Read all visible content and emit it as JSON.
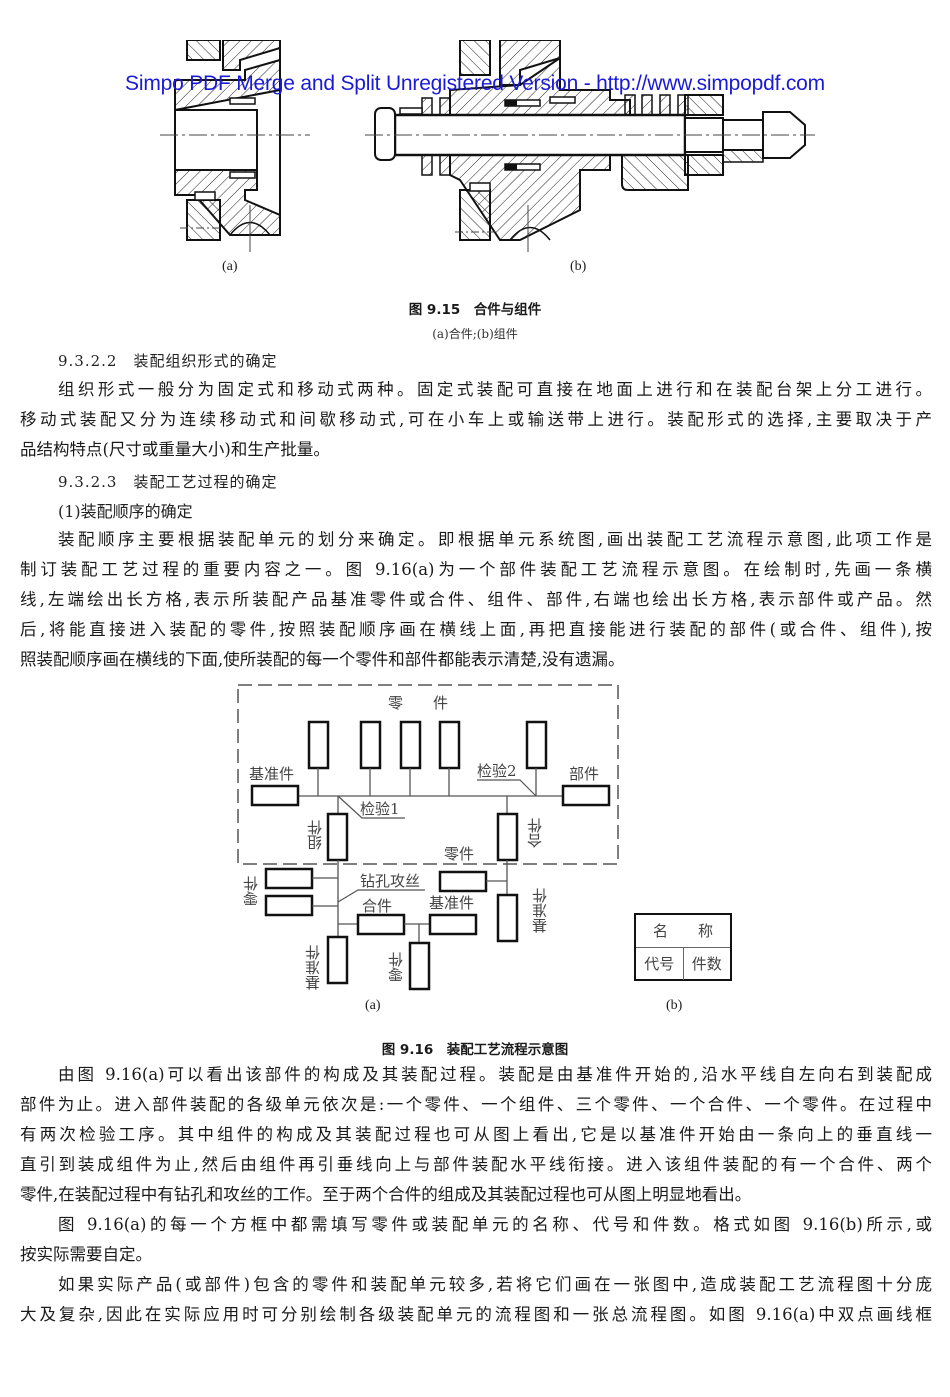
{
  "watermark": "Simpo PDF Merge and Split Unregistered Version - http://www.simpopdf.com",
  "figure_9_15": {
    "label_a": "(a)",
    "label_b": "(b)",
    "caption": "图 9.15　合件与组件",
    "subcaption": "(a)合件;(b)组件"
  },
  "section_9_3_2_2": {
    "heading": "9.3.2.2　装配组织形式的确定",
    "lines": [
      "组织形式一般分为固定式和移动式两种。固定式装配可直接在地面上进行和在装配台架上分工进行。",
      "移动式装配又分为连续移动式和间歇移动式,可在小车上或输送带上进行。装配形式的选择,主要取决于产",
      "品结构特点(尺寸或重量大小)和生产批量。"
    ]
  },
  "section_9_3_2_3": {
    "heading": "9.3.2.3　装配工艺过程的确定",
    "subheading": "(1)装配顺序的确定",
    "lines": [
      "装配顺序主要根据装配单元的划分来确定。即根据单元系统图,画出装配工艺流程示意图,此项工作是",
      "制订装配工艺过程的重要内容之一。图 9.16(a)为一个部件装配工艺流程示意图。在绘制时,先画一条横",
      "线,左端绘出长方格,表示所装配产品基准零件或合件、组件、部件,右端也绘出长方格,表示部件或产品。然",
      "后,将能直接进入装配的零件,按照装配顺序画在横线上面,再把直接能进行装配的部件(或合件、组件),按",
      "照装配顺序画在横线的下面,使所装配的每一个零件和部件都能表示清楚,没有遗漏。"
    ]
  },
  "figure_9_16": {
    "diagram_a": {
      "top_label": "零　　件",
      "base_part_left": "基准件",
      "product_right": "部件",
      "inspection_1": "检验1",
      "inspection_2": "检验2",
      "component_label": "组件",
      "subassembly_label_right": "合件",
      "part_label_mid": "零件",
      "drill_tap_label": "钻孔攻丝",
      "parts_label_left": "零件",
      "subassembly_label_bottom": "合件",
      "base_part_label_bottom_right": "基准件",
      "base_part_label_right_vertical": "基准件",
      "base_part_label_bottom_left": "基准件",
      "part_label_bottom": "零件",
      "label": "(a)"
    },
    "diagram_b": {
      "name_cell": "名　　称",
      "code_cell": "代号",
      "qty_cell": "件数",
      "label": "(b)"
    },
    "caption": "图 9.16　装配工艺流程示意图"
  },
  "explanation": {
    "para1_lines": [
      "由图 9.16(a)可以看出该部件的构成及其装配过程。装配是由基准件开始的,沿水平线自左向右到装配成",
      "部件为止。进入部件装配的各级单元依次是:一个零件、一个组件、三个零件、一个合件、一个零件。在过程中",
      "有两次检验工序。其中组件的构成及其装配过程也可从图上看出,它是以基准件开始由一条向上的垂直线一",
      "直引到装成组件为止,然后由组件再引垂线向上与部件装配水平线衔接。进入该组件装配的有一个合件、两个",
      "零件,在装配过程中有钻孔和攻丝的工作。至于两个合件的组成及其装配过程也可从图上明显地看出。"
    ],
    "para2_lines": [
      "图 9.16(a)的每一个方框中都需填写零件或装配单元的名称、代号和件数。格式如图 9.16(b)所示,或",
      "按实际需要自定。"
    ],
    "para3_lines": [
      "如果实际产品(或部件)包含的零件和装配单元较多,若将它们画在一张图中,造成装配工艺流程图十分庞",
      "大及复杂,因此在实际应用时可分别绘制各级装配单元的流程图和一张总流程图。如图 9.16(a)中双点画线框"
    ]
  }
}
